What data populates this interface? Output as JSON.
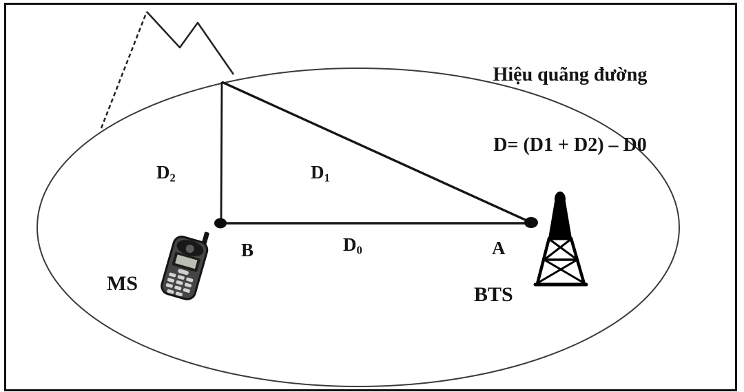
{
  "diagram": {
    "title": "Hiệu quãng đường",
    "formula": {
      "p1": "D= (D",
      "sub1": "1",
      "p2": " + D",
      "sub2": "2",
      "p3": ") – D",
      "sub0": "0"
    },
    "labels": {
      "d2": {
        "base": "D",
        "sub": "2"
      },
      "d1": {
        "base": "D",
        "sub": "1"
      },
      "d0": {
        "base": "D",
        "sub": "0"
      },
      "point_b": "B",
      "point_a": "A",
      "ms": "MS",
      "bts": "BTS"
    },
    "colors": {
      "ink": "#111111",
      "background": "#ffffff"
    }
  }
}
